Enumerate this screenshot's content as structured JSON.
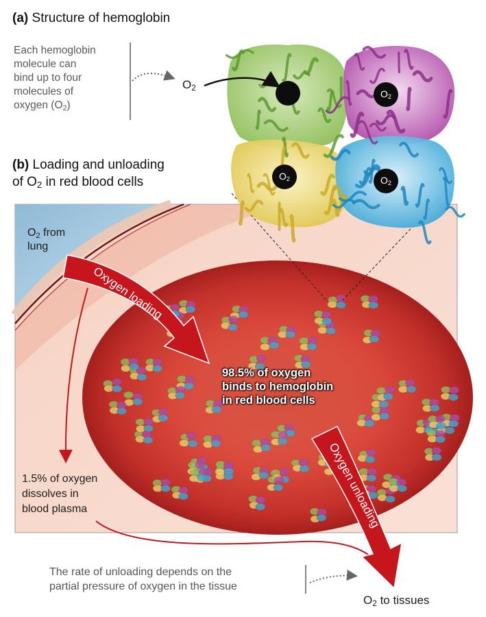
{
  "part_a": {
    "tag": "(a)",
    "title": "Structure of hemoglobin",
    "description": [
      "Each hemoglobin",
      "molecule can",
      "bind up to four",
      "molecules of"
    ],
    "description_last": "oxygen (O",
    "description_last_sub": "2",
    "description_last_end": ")",
    "o2_label": "O",
    "o2_sub": "2",
    "subunit_labels": [
      "O",
      "O",
      "O"
    ],
    "subunit_sub": "2"
  },
  "part_b": {
    "tag": "(b)",
    "title_line1": "Loading and unloading",
    "title_line2_pre": "of O",
    "title_line2_sub": "2",
    "title_line2_post": " in red blood cells"
  },
  "labels": {
    "o2_from_pre": "O",
    "o2_from_sub": "2",
    "o2_from_post": " from",
    "lung": "lung",
    "oxygen_loading": "Oxygen loading",
    "oxygen_unloading": "Oxygen unloading",
    "center_lines": [
      "98.5% of oxygen",
      "binds to hemoglobin",
      "in red blood cells"
    ],
    "plasma_lines": [
      "1.5% of oxygen",
      "dissolves in",
      "blood plasma"
    ],
    "rate_lines": [
      "The rate of unloading depends on the",
      "partial pressure of oxygen in the tissue"
    ],
    "tissues_pre": "O",
    "tissues_sub": "2",
    "tissues_post": " to tissues"
  },
  "colors": {
    "green_subunit": "#8fbf5a",
    "purple_subunit": "#b04aa8",
    "yellow_subunit": "#e8d468",
    "blue_subunit": "#3ea8d8",
    "arrow_red": "#c4161c",
    "cell_red": "#c8322a",
    "vessel_blue": "#a9cde3"
  }
}
